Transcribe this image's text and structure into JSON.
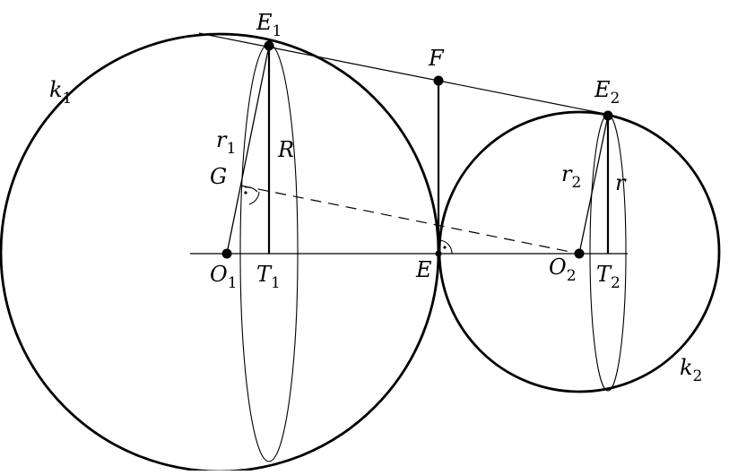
{
  "diagram": {
    "stroke_color": "#000000",
    "background": "#ffffff",
    "labels": {
      "k1": {
        "main": "k",
        "sub": "1"
      },
      "k2": {
        "main": "k",
        "sub": "2"
      },
      "E1": {
        "main": "E",
        "sub": "1"
      },
      "E2": {
        "main": "E",
        "sub": "2"
      },
      "F": {
        "main": "F",
        "sub": ""
      },
      "E": {
        "main": "E",
        "sub": ""
      },
      "O1": {
        "main": "O",
        "sub": "1"
      },
      "O2": {
        "main": "O",
        "sub": "2"
      },
      "T1": {
        "main": "T",
        "sub": "1"
      },
      "T2": {
        "main": "T",
        "sub": "2"
      },
      "r1": {
        "main": "r",
        "sub": "1"
      },
      "r2": {
        "main": "r",
        "sub": "2"
      },
      "R": {
        "main": "R",
        "sub": ""
      },
      "r": {
        "main": "r",
        "sub": ""
      },
      "G": {
        "main": "G",
        "sub": ""
      }
    }
  }
}
